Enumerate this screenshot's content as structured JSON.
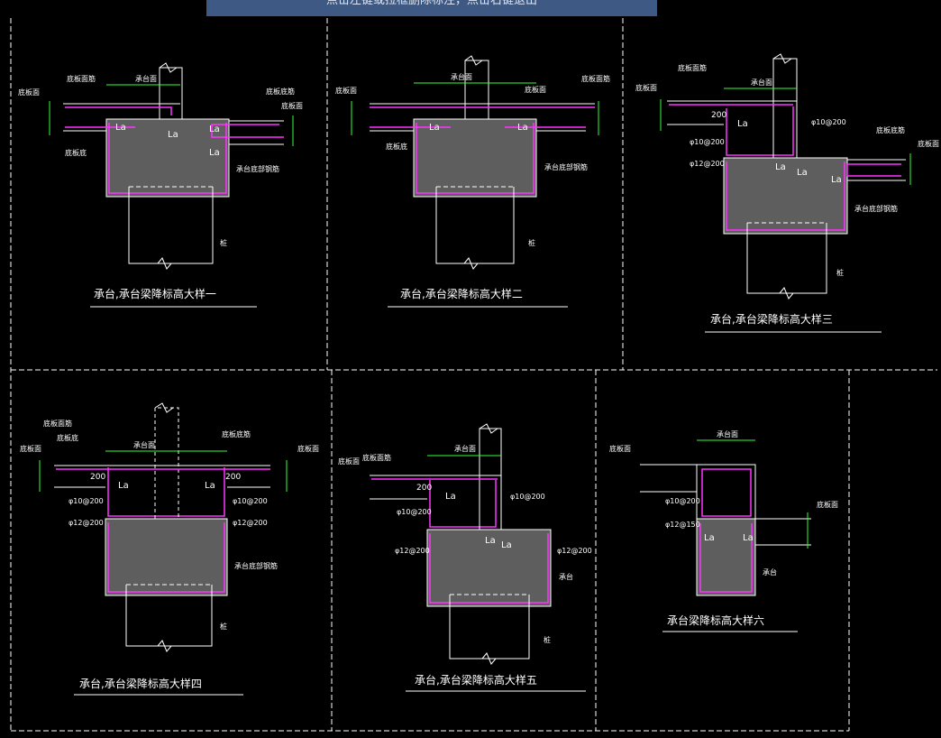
{
  "prompt": {
    "text": "点击左键或拉框删除标注，点击右键退出"
  },
  "labels": {
    "top_face": "承台面",
    "floor_face": "底板面",
    "top_bar": "底板面筋",
    "bottom_bar": "底板底筋",
    "raft_bottom": "底板底",
    "la": "La",
    "pile": "桩",
    "cap": "承台",
    "cap_bar": "承台底部钢筋",
    "d200": "200",
    "s_10_200": "φ10@200",
    "s_12_200": "φ12@200",
    "s_12_150": "φ12@150"
  },
  "panels": [
    {
      "title": "承台,承台梁降标高大样一"
    },
    {
      "title": "承台,承台梁降标高大样二"
    },
    {
      "title": "承台,承台梁降标高大样三"
    },
    {
      "title": "承台,承台梁降标高大样四"
    },
    {
      "title": "承台,承台梁降标高大样五"
    },
    {
      "title": "承台梁降标高大样六"
    }
  ],
  "colors": {
    "background": "#000000",
    "line": "#ffffff",
    "rebar": "#ff33ff",
    "dimension": "#33ff33",
    "concrete": "#5e5e5e",
    "banner": "#3e5a84"
  }
}
